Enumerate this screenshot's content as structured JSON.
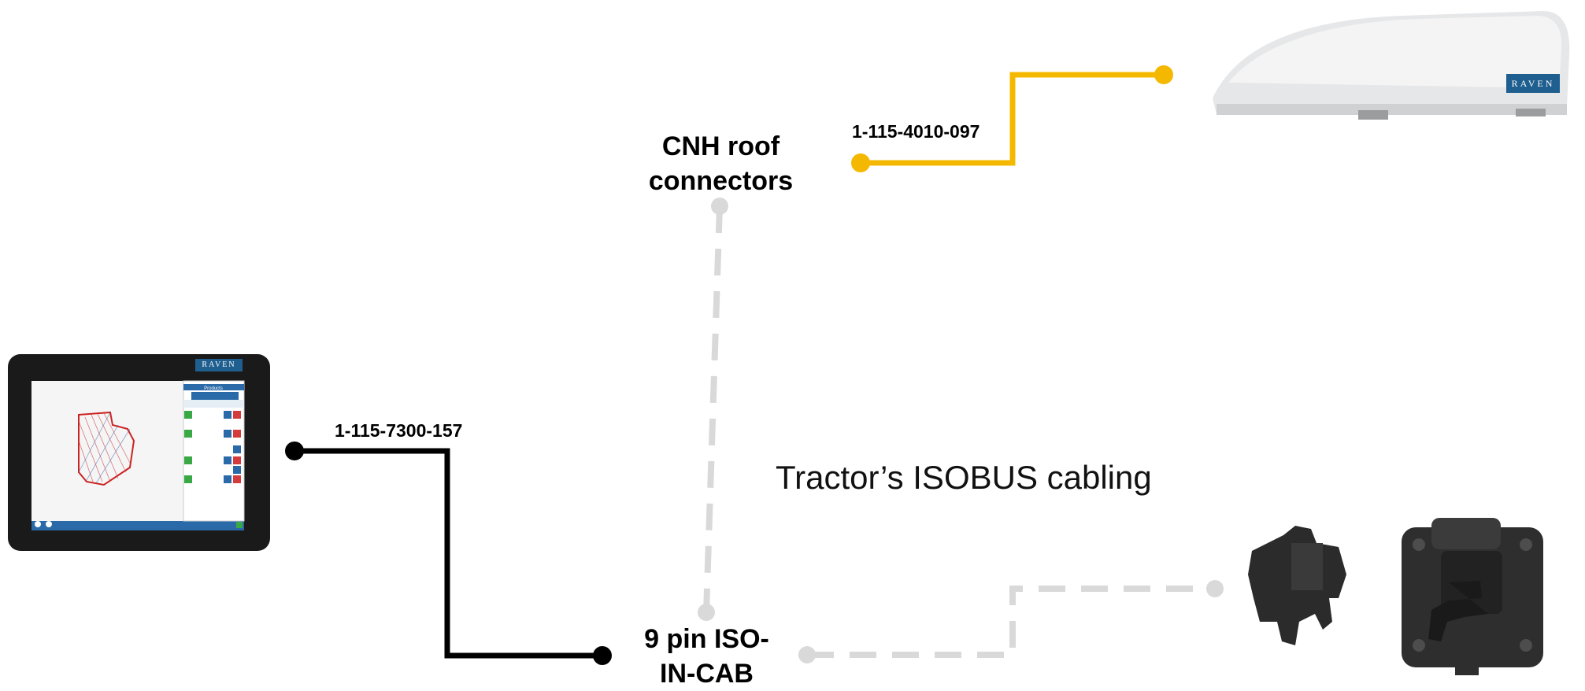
{
  "diagram": {
    "cable_roof": "1-115-4010-097",
    "cable_display": "1-115-7300-157",
    "node_roof": "CNH roof connectors",
    "node_iso": "9 pin ISO-IN-CAB",
    "tractor_cabling": "Tractor’s ISOBUS cabling"
  },
  "display": {
    "brand": "RAVEN",
    "header": "Products"
  },
  "receiver": {
    "brand": "RAVEN"
  },
  "colors": {
    "roof_cable": "#f5b800",
    "display_cable": "#000000",
    "tractor_cable": "#d4d4d4",
    "raven_blue": "#1f5f8f"
  }
}
